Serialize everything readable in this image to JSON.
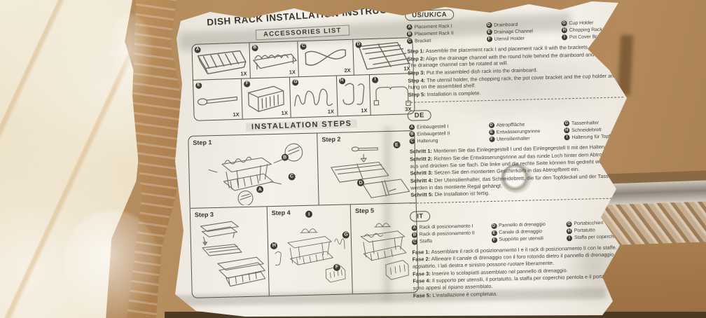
{
  "colors": {
    "paper": "#f2efe8",
    "cardboard": "#b3895a",
    "marble": "#efe4cb",
    "ink": "#45413a",
    "dark_edge": "#4c3a24"
  },
  "paper": {
    "title": "DISH RACK INSTALLATION INSTRUCTIONS",
    "accessories": {
      "header": "ACCESSORIES LIST",
      "items": [
        {
          "key": "A",
          "name": "placement-rack-1",
          "qty": "1X"
        },
        {
          "key": "B",
          "name": "placement-rack-2",
          "qty": "1X"
        },
        {
          "key": "C",
          "name": "bracket",
          "qty": "2X"
        },
        {
          "key": "D",
          "name": "drainboard",
          "qty": "1X"
        },
        {
          "key": "E",
          "name": "drainage-channel",
          "qty": "1X"
        },
        {
          "key": "F",
          "name": "utensil-holder",
          "qty": "1X"
        },
        {
          "key": "G",
          "name": "cup-holder",
          "qty": "1X"
        },
        {
          "key": "H",
          "name": "chopping-rack",
          "qty": "1X"
        },
        {
          "key": "I",
          "name": "pot-cover-bracket",
          "qty": "3X"
        }
      ]
    },
    "installation": {
      "header": "INSTALLATION STEPS",
      "panels": [
        {
          "label": "Step 1",
          "callouts": [
            "B",
            "C",
            "A"
          ]
        },
        {
          "label": "Step 2",
          "callouts": [
            "E",
            "D"
          ]
        },
        {
          "label": "Step 3",
          "callouts": []
        },
        {
          "label": "Step 4",
          "callouts": [
            "I",
            "G",
            "H",
            "F"
          ]
        },
        {
          "label": "Step 5",
          "callouts": []
        }
      ]
    },
    "sections": [
      {
        "lang": "US/UK/CA",
        "legend": [
          {
            "key": "A",
            "label": "Placement Rack I"
          },
          {
            "key": "B",
            "label": "Placement Rack II"
          },
          {
            "key": "C",
            "label": "Bracket"
          },
          {
            "key": "D",
            "label": "Drainboard"
          },
          {
            "key": "E",
            "label": "Drainage Channel"
          },
          {
            "key": "F",
            "label": "Utensil Holder"
          },
          {
            "key": "G",
            "label": "Cup Holder"
          },
          {
            "key": "H",
            "label": "Chopping Rack"
          },
          {
            "key": "I",
            "label": "Pot Cover Bracket"
          }
        ],
        "steps": [
          {
            "label": "Step 1:",
            "text": "Assemble the placement rack I and placement rack II with the brackets."
          },
          {
            "label": "Step 2:",
            "text": "Align the drainage channel with the round hole behind the drainboard and flatten it. The drainage channel can be rotated at will."
          },
          {
            "label": "Step 3:",
            "text": "Put the assembled dish rack into the drainboard."
          },
          {
            "label": "Step 4:",
            "text": "The utensil holder, the chopping rack, the pot cover bracket and the cup holder are hung on the assembled shelf."
          },
          {
            "label": "Step 5:",
            "text": "Installation is complete."
          }
        ]
      },
      {
        "lang": "DE",
        "legend": [
          {
            "key": "A",
            "label": "Einbaugestell I"
          },
          {
            "key": "B",
            "label": "Einbaugestell II"
          },
          {
            "key": "C",
            "label": "Halterung"
          },
          {
            "key": "D",
            "label": "Abtropffläche"
          },
          {
            "key": "E",
            "label": "Entwässerungsrinne"
          },
          {
            "key": "F",
            "label": "Utensilienhalter"
          },
          {
            "key": "G",
            "label": "Tassenhalter"
          },
          {
            "key": "H",
            "label": "Schneidebrett"
          },
          {
            "key": "I",
            "label": "Halterung für Topfdeckel"
          }
        ],
        "steps": [
          {
            "label": "Schritt 1:",
            "text": "Montieren Sie das Einlegegestell I und das Einlegegestell II mit den Halterungen."
          },
          {
            "label": "Schritt 2:",
            "text": "Richten Sie die Entwässerungsrinne auf das runde Loch hinter dem Abtropffläche aus und drücken Sie sie flach. Die linke und die rechte Seite können frei gedreht werden."
          },
          {
            "label": "Schritt 3:",
            "text": "Setzen Sie den montierten Geschirrkorb in das Abtropfbrett ein."
          },
          {
            "label": "Schritt 4:",
            "text": "Der Utensilienhalter, das Schneidebrett, die für den Topfdeckel und der Tassenhalter werden in das montierte Regal gehängt."
          },
          {
            "label": "Schritt 5:",
            "text": "Die Installation ist fertig."
          }
        ]
      },
      {
        "lang": "IT",
        "legend": [
          {
            "key": "A",
            "label": "Rack di posizionamento I"
          },
          {
            "key": "B",
            "label": "Rack di posizionamento II"
          },
          {
            "key": "C",
            "label": "Staffa"
          },
          {
            "key": "D",
            "label": "Pannello di drenaggio"
          },
          {
            "key": "E",
            "label": "Canale di drenaggio"
          },
          {
            "key": "F",
            "label": "Supporto per utensili"
          },
          {
            "key": "G",
            "label": "Portabicchieri"
          },
          {
            "key": "H",
            "label": "Portatutto"
          },
          {
            "key": "I",
            "label": "Staffa per coperchio pentola"
          }
        ],
        "steps": [
          {
            "label": "Fase 1:",
            "text": "Assemblare il rack di posizionamento I e il rack di posizionamento II con le staffe."
          },
          {
            "label": "Fase 2:",
            "text": "Allineare il canale di drenaggio con il foro rotondo dietro il pannello di drenaggio e appiattirlo. I lati destra e sinistro possono ruotare liberamente."
          },
          {
            "label": "Fase 3:",
            "text": "Inserire lo scolapiatti assemblato nel pannello di drenaggio."
          },
          {
            "label": "Fase 4:",
            "text": "Il supporto per utensili, il portatutto, la staffa per coperchio pentola e il portabicchieri sono appesi al ripiano assemblato."
          },
          {
            "label": "Fase 5:",
            "text": "L'installazione è completata."
          }
        ]
      }
    ]
  }
}
